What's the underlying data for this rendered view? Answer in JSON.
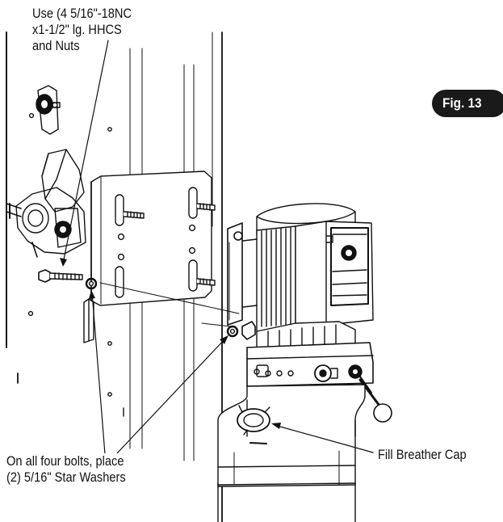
{
  "figure": {
    "badge": "Fig. 13"
  },
  "callouts": {
    "bolts": {
      "lines": [
        "Use (4 5/16\"-18NC",
        "x1-1/2\" lg. HHCS",
        "and Nuts"
      ]
    },
    "washers": {
      "lines": [
        "On all four bolts, place",
        "(2) 5/16\" Star Washers"
      ]
    },
    "breather_cap": {
      "text": "Fill Breather Cap"
    }
  },
  "colors": {
    "ink": "#111111",
    "badge_fill": "#1a1a1a",
    "badge_text": "#ffffff",
    "paper": "#ffffff"
  }
}
